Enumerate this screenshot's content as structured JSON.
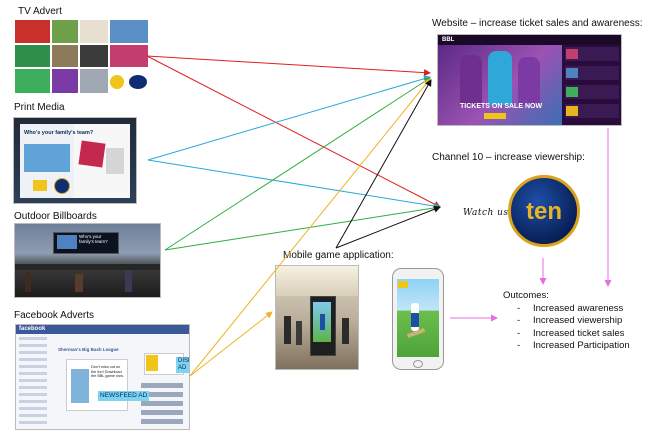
{
  "sections": {
    "tv": "TV Advert",
    "print": "Print Media",
    "outdoor": "Outdoor Billboards",
    "facebook": "Facebook Adverts",
    "website": "Website – increase ticket sales and awareness:",
    "channel10": "Channel 10 – increase viewership:",
    "mobile": "Mobile game application:"
  },
  "watch_us_here": "Watch us here:",
  "ten_logo_text": "ten",
  "print_ad": {
    "question": "Who's your family's team?",
    "logo": "ten"
  },
  "billboard_ad": "Who's your family's team?",
  "website_thumb": {
    "brand": "BBL",
    "banner": "TICKETS ON SALE NOW"
  },
  "facebook_thumb": {
    "header": "facebook",
    "page_title": "Sherman's Big Bash League",
    "ad_copy": "Don't miss out on the fun! Download the BBL game now.",
    "newsfeed_tag": "NEWSFEED AD",
    "display_tag": "DISPLAY AD"
  },
  "outcomes": {
    "title": "Outcomes:",
    "items": [
      "Increased awareness",
      "Increased viewership",
      "Increased ticket sales",
      "Increased Participation"
    ]
  },
  "colors": {
    "red": "#e02020",
    "cyan": "#29a9d9",
    "green": "#2fae3e",
    "orange": "#f0b323",
    "black": "#111111",
    "pink": "#e86be0"
  }
}
